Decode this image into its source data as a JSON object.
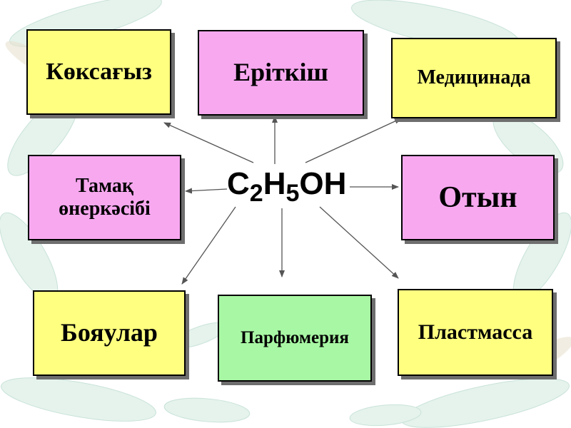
{
  "center": {
    "parts": [
      "C",
      "2",
      "H",
      "5",
      "OH"
    ]
  },
  "boxes": {
    "koksagyz": "Көксағыз",
    "eritkish": "Еріткіш",
    "medicinada": "Медицинада",
    "tamak_line1": "Тамақ",
    "tamak_line2": "өнеркәсібі",
    "otyn": "Отын",
    "boyaular": "Бояулар",
    "parfumeria": "Парфюмерия",
    "plastmassa": "Пластмасса"
  },
  "colors": {
    "yellow": "#ffff80",
    "pink": "#f7a8ef",
    "green": "#a8f7a4",
    "arrow": "#555555"
  }
}
